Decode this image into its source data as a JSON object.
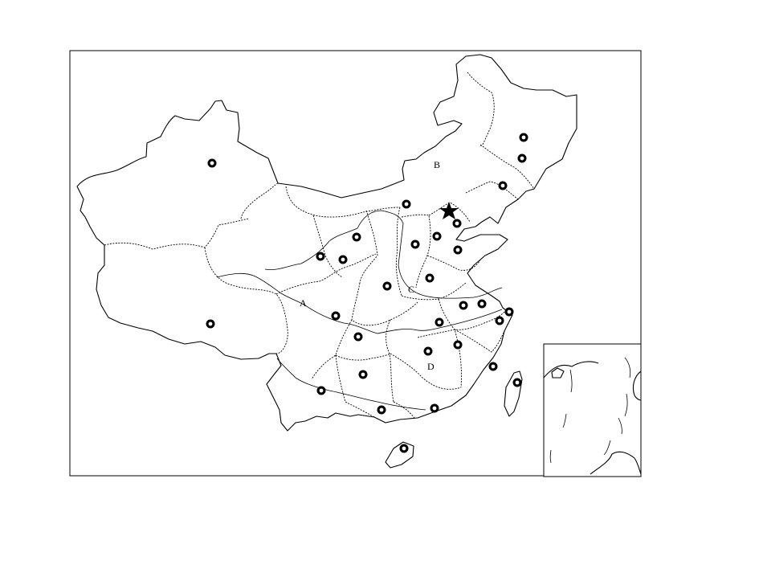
{
  "map": {
    "labels": {
      "A": "A",
      "B": "B",
      "C": "C",
      "D": "D"
    },
    "capital_marker": "star-icon",
    "city_marker": "ring-icon"
  }
}
